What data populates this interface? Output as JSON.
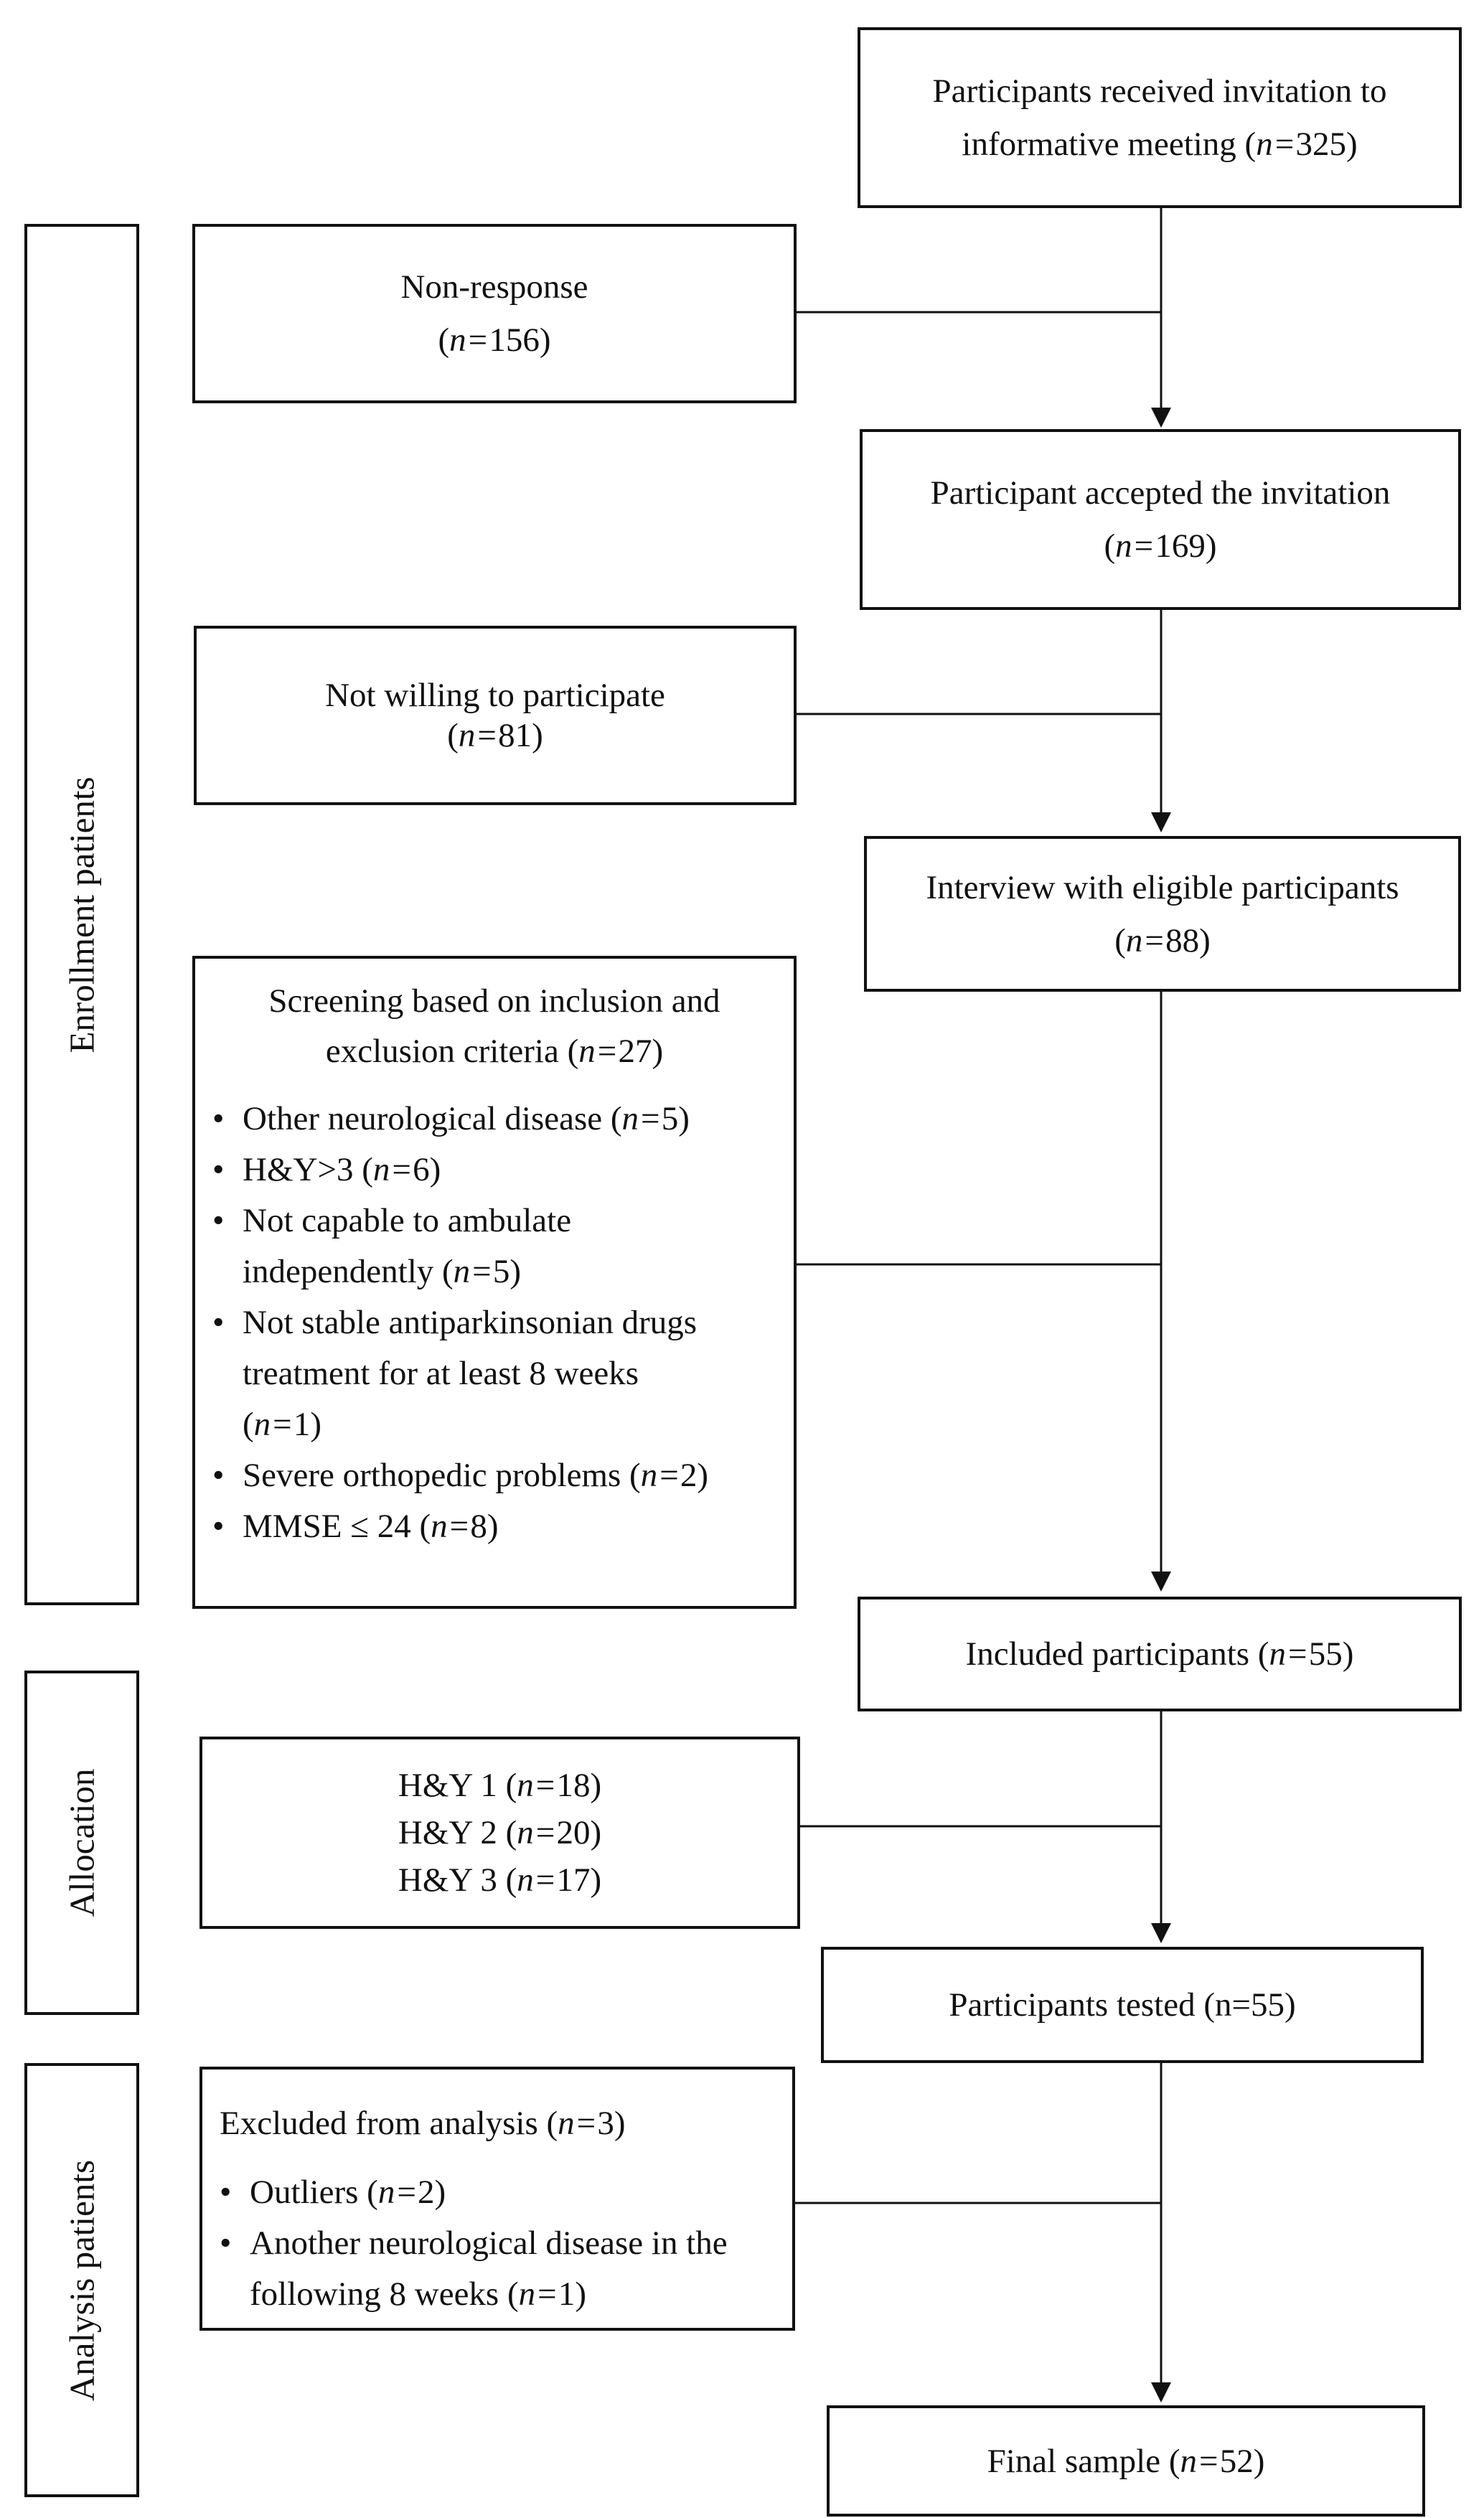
{
  "phases": {
    "enrollment": "Enrollment patients",
    "allocation": "Allocation",
    "analysis": "Analysis patients"
  },
  "main_flow": [
    {
      "id": "invited",
      "pre": "Participants received invitation to informative meeting (",
      "n": "325",
      "post": ")"
    },
    {
      "id": "accepted",
      "pre": "Participant accepted the invitation (",
      "n": "169",
      "post": ")"
    },
    {
      "id": "interview",
      "pre": "Interview with eligible participants (",
      "n": "88",
      "post": ")"
    },
    {
      "id": "included",
      "pre": "Included participants (",
      "n": "55",
      "post": ")"
    },
    {
      "id": "tested",
      "text": "Participants tested (n=55)"
    },
    {
      "id": "final",
      "pre": "Final sample (",
      "n": "52",
      "post": ")"
    }
  ],
  "side_boxes": {
    "non_response": {
      "label": "Non-response",
      "n": "156"
    },
    "not_willing": {
      "label": "Not willing to participate",
      "n": "81"
    },
    "screening": {
      "title_pre": "Screening based on inclusion and exclusion criteria (",
      "title_n": "27",
      "title_post": ")",
      "items": [
        {
          "pre": "Other neurological disease (",
          "n": "5",
          "post": ")"
        },
        {
          "pre": "H&Y>3 (",
          "n": "6",
          "post": ")"
        },
        {
          "pre": "Not capable to ambulate independently (",
          "n": "5",
          "post": ")"
        },
        {
          "pre": "Not stable antiparkinsonian drugs treatment for at least 8 weeks (",
          "n": "1",
          "post": ")"
        },
        {
          "pre": "Severe orthopedic problems (",
          "n": "2",
          "post": ")"
        },
        {
          "pre": "MMSE ≤ 24 (",
          "n": "8",
          "post": ")"
        }
      ]
    },
    "allocation": [
      {
        "pre": "H&Y 1 (",
        "n": "18",
        "post": ")"
      },
      {
        "pre": "H&Y 2 (",
        "n": "20",
        "post": ")"
      },
      {
        "pre": "H&Y 3 (",
        "n": "17",
        "post": ")"
      }
    ],
    "excluded": {
      "title_pre": "Excluded from analysis (",
      "title_n": "3",
      "title_post": ")",
      "items": [
        {
          "pre": "Outliers (",
          "n": "2",
          "post": ")"
        },
        {
          "pre": "Another neurological disease in the following 8 weeks (",
          "n": "1",
          "post": ")"
        }
      ]
    }
  },
  "n_symbol": "n="
}
